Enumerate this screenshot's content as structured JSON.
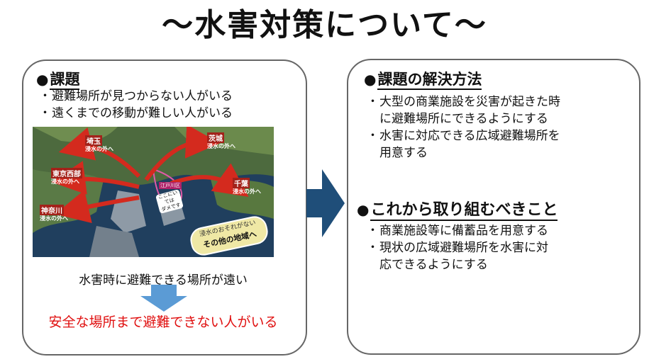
{
  "title": "～水害対策について～",
  "left": {
    "heading": "課題",
    "bullets": [
      "避難場所が見つからない人がいる",
      "遠くまでの移動が難しい人がいる"
    ],
    "map_labels": {
      "saitama": "埼玉",
      "ibaraki": "茨城",
      "tokyo_west": "東京西部",
      "chiba": "千葉",
      "kanagawa": "神奈川",
      "sub": "浸水の外へ",
      "edogawa": "江戸川区",
      "center_note": "ここにいては\nダメです",
      "banner_line1": "浸水のおそれがない",
      "banner_line2": "その他の地域へ"
    },
    "caption": "水害時に避難できる場所が遠い",
    "result": "安全な場所まで避難できない人がいる"
  },
  "right": {
    "heading1": "課題の解決方法",
    "bullets1": [
      [
        "大型の商業施設を災害が起きた時",
        "に避難場所にできるようにする"
      ],
      [
        "水害に対応できる広域避難場所を",
        "用意する"
      ]
    ],
    "heading2": "これから取り組むべきこと",
    "bullets2": [
      [
        "商業施設等に備蓄品を用意する"
      ],
      [
        "現状の広域避難場所を水害に対",
        "応できるようにする"
      ]
    ]
  },
  "colors": {
    "arrow": "#1f4e79",
    "down_arrow": "#5b9bd5",
    "result_text": "#e01010",
    "map_arrow": "#d42a1e"
  }
}
